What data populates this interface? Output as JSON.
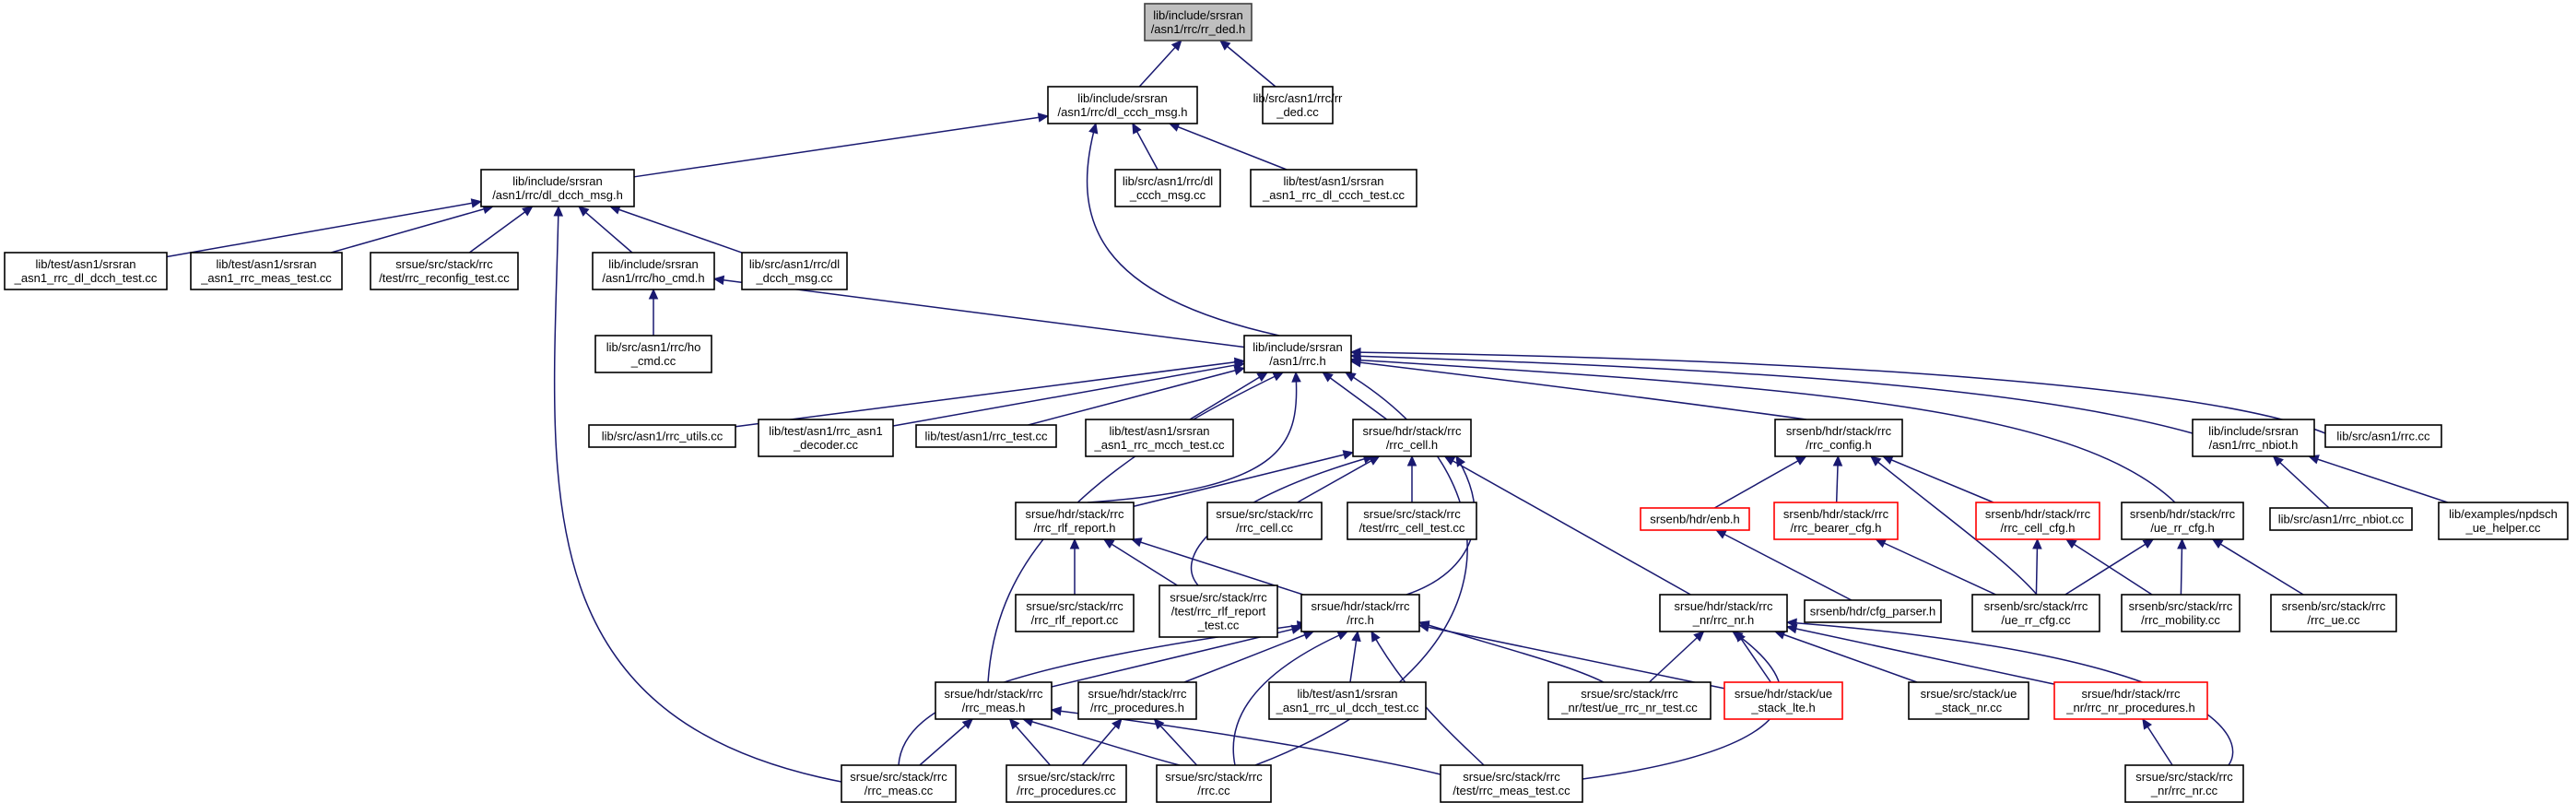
{
  "colors": {
    "edge": "#191970",
    "root_fill": "#bfbfbf",
    "node_border": "#000000",
    "incomplete_border": "#ff0000"
  },
  "nodes": [
    {
      "id": "rr_ded_h",
      "lines": [
        "lib/include/srsran",
        "/asn1/rrc/rr_ded.h"
      ],
      "style": "root"
    },
    {
      "id": "dl_ccch_h",
      "lines": [
        "lib/include/srsran",
        "/asn1/rrc/dl_ccch_msg.h"
      ]
    },
    {
      "id": "rr_ded_cc",
      "lines": [
        "lib/src/asn1/rrc/rr",
        "_ded.cc"
      ]
    },
    {
      "id": "dl_dcch_h",
      "lines": [
        "lib/include/srsran",
        "/asn1/rrc/dl_dcch_msg.h"
      ]
    },
    {
      "id": "dl_ccch_cc",
      "lines": [
        "lib/src/asn1/rrc/dl",
        "_ccch_msg.cc"
      ]
    },
    {
      "id": "rrc_dl_ccch_test",
      "lines": [
        "lib/test/asn1/srsran",
        "_asn1_rrc_dl_ccch_test.cc"
      ]
    },
    {
      "id": "rrc_dl_dcch_test",
      "lines": [
        "lib/test/asn1/srsran",
        "_asn1_rrc_dl_dcch_test.cc"
      ]
    },
    {
      "id": "rrc_meas_test_asn1",
      "lines": [
        "lib/test/asn1/srsran",
        "_asn1_rrc_meas_test.cc"
      ]
    },
    {
      "id": "rrc_reconfig_test",
      "lines": [
        "srsue/src/stack/rrc",
        "/test/rrc_reconfig_test.cc"
      ]
    },
    {
      "id": "ho_cmd_h",
      "lines": [
        "lib/include/srsran",
        "/asn1/rrc/ho_cmd.h"
      ]
    },
    {
      "id": "dl_dcch_cc",
      "lines": [
        "lib/src/asn1/rrc/dl",
        "_dcch_msg.cc"
      ]
    },
    {
      "id": "ho_cmd_cc",
      "lines": [
        "lib/src/asn1/rrc/ho",
        "_cmd.cc"
      ]
    },
    {
      "id": "asn1_rrc_h",
      "lines": [
        "lib/include/srsran",
        "/asn1/rrc.h"
      ]
    },
    {
      "id": "rrc_utils_cc",
      "lines": [
        "lib/src/asn1/rrc_utils.cc"
      ]
    },
    {
      "id": "rrc_asn1_decoder",
      "lines": [
        "lib/test/asn1/rrc_asn1",
        "_decoder.cc"
      ]
    },
    {
      "id": "rrc_test_cc",
      "lines": [
        "lib/test/asn1/rrc_test.cc"
      ]
    },
    {
      "id": "rrc_mcch_test",
      "lines": [
        "lib/test/asn1/srsran",
        "_asn1_rrc_mcch_test.cc"
      ]
    },
    {
      "id": "rrc_cell_h",
      "lines": [
        "srsue/hdr/stack/rrc",
        "/rrc_cell.h"
      ]
    },
    {
      "id": "rrc_config_h",
      "lines": [
        "srsenb/hdr/stack/rrc",
        "/rrc_config.h"
      ]
    },
    {
      "id": "rrc_nbiot_h",
      "lines": [
        "lib/include/srsran",
        "/asn1/rrc_nbiot.h"
      ]
    },
    {
      "id": "rrc_cc_lib",
      "lines": [
        "lib/src/asn1/rrc.cc"
      ]
    },
    {
      "id": "rrc_rlf_report_h",
      "lines": [
        "srsue/hdr/stack/rrc",
        "/rrc_rlf_report.h"
      ]
    },
    {
      "id": "rrc_cell_cc",
      "lines": [
        "srsue/src/stack/rrc",
        "/rrc_cell.cc"
      ]
    },
    {
      "id": "rrc_cell_test",
      "lines": [
        "srsue/src/stack/rrc",
        "/test/rrc_cell_test.cc"
      ]
    },
    {
      "id": "enb_h",
      "lines": [
        "srsenb/hdr/enb.h"
      ],
      "style": "red"
    },
    {
      "id": "rrc_bearer_cfg",
      "lines": [
        "srsenb/hdr/stack/rrc",
        "/rrc_bearer_cfg.h"
      ],
      "style": "red"
    },
    {
      "id": "rrc_cell_cfg",
      "lines": [
        "srsenb/hdr/stack/rrc",
        "/rrc_cell_cfg.h"
      ],
      "style": "red"
    },
    {
      "id": "ue_rr_cfg_h",
      "lines": [
        "srsenb/hdr/stack/rrc",
        "/ue_rr_cfg.h"
      ]
    },
    {
      "id": "rrc_nbiot_cc",
      "lines": [
        "lib/src/asn1/rrc_nbiot.cc"
      ]
    },
    {
      "id": "npdsch_helper",
      "lines": [
        "lib/examples/npdsch",
        "_ue_helper.cc"
      ]
    },
    {
      "id": "rrc_rlf_report_cc",
      "lines": [
        "srsue/src/stack/rrc",
        "/rrc_rlf_report.cc"
      ]
    },
    {
      "id": "rrc_rlf_report_test",
      "lines": [
        "srsue/src/stack/rrc",
        "/test/rrc_rlf_report",
        "_test.cc"
      ]
    },
    {
      "id": "rrc_h_ue",
      "lines": [
        "srsue/hdr/stack/rrc",
        "/rrc.h"
      ]
    },
    {
      "id": "rrc_nr_h",
      "lines": [
        "srsue/hdr/stack/rrc",
        "_nr/rrc_nr.h"
      ]
    },
    {
      "id": "cfg_parser",
      "lines": [
        "srsenb/hdr/cfg_parser.h"
      ]
    },
    {
      "id": "ue_rr_cfg_cc",
      "lines": [
        "srsenb/src/stack/rrc",
        "/ue_rr_cfg.cc"
      ]
    },
    {
      "id": "rrc_mobility_cc",
      "lines": [
        "srsenb/src/stack/rrc",
        "/rrc_mobility.cc"
      ]
    },
    {
      "id": "rrc_ue_cc",
      "lines": [
        "srsenb/src/stack/rrc",
        "/rrc_ue.cc"
      ]
    },
    {
      "id": "rrc_meas_h",
      "lines": [
        "srsue/hdr/stack/rrc",
        "/rrc_meas.h"
      ]
    },
    {
      "id": "rrc_procedures_h",
      "lines": [
        "srsue/hdr/stack/rrc",
        "/rrc_procedures.h"
      ]
    },
    {
      "id": "rrc_ul_dcch_test",
      "lines": [
        "lib/test/asn1/srsran",
        "_asn1_rrc_ul_dcch_test.cc"
      ]
    },
    {
      "id": "ue_rrc_nr_test",
      "lines": [
        "srsue/src/stack/rrc",
        "_nr/test/ue_rrc_nr_test.cc"
      ]
    },
    {
      "id": "ue_stack_lte",
      "lines": [
        "srsue/hdr/stack/ue",
        "_stack_lte.h"
      ],
      "style": "red"
    },
    {
      "id": "ue_stack_nr",
      "lines": [
        "srsue/src/stack/ue",
        "_stack_nr.cc"
      ]
    },
    {
      "id": "rrc_nr_procedures",
      "lines": [
        "srsue/hdr/stack/rrc",
        "_nr/rrc_nr_procedures.h"
      ],
      "style": "red"
    },
    {
      "id": "rrc_meas_cc",
      "lines": [
        "srsue/src/stack/rrc",
        "/rrc_meas.cc"
      ]
    },
    {
      "id": "rrc_procedures_cc",
      "lines": [
        "srsue/src/stack/rrc",
        "/rrc_procedures.cc"
      ]
    },
    {
      "id": "rrc_cc_ue",
      "lines": [
        "srsue/src/stack/rrc",
        "/rrc.cc"
      ]
    },
    {
      "id": "rrc_meas_test",
      "lines": [
        "srsue/src/stack/rrc",
        "/test/rrc_meas_test.cc"
      ]
    },
    {
      "id": "rrc_nr_cc",
      "lines": [
        "srsue/src/stack/rrc",
        "_nr/rrc_nr.cc"
      ]
    }
  ],
  "edges": [
    [
      "rr_ded_h",
      "dl_ccch_h"
    ],
    [
      "rr_ded_h",
      "rr_ded_cc"
    ],
    [
      "dl_ccch_h",
      "dl_dcch_h"
    ],
    [
      "dl_ccch_h",
      "dl_ccch_cc"
    ],
    [
      "dl_ccch_h",
      "rrc_dl_ccch_test"
    ],
    [
      "dl_ccch_h",
      "asn1_rrc_h"
    ],
    [
      "dl_dcch_h",
      "rrc_dl_dcch_test"
    ],
    [
      "dl_dcch_h",
      "rrc_meas_test_asn1"
    ],
    [
      "dl_dcch_h",
      "rrc_reconfig_test"
    ],
    [
      "dl_dcch_h",
      "ho_cmd_h"
    ],
    [
      "dl_dcch_h",
      "dl_dcch_cc"
    ],
    [
      "dl_dcch_h",
      "rrc_meas_cc"
    ],
    [
      "ho_cmd_h",
      "ho_cmd_cc"
    ],
    [
      "ho_cmd_h",
      "asn1_rrc_h"
    ],
    [
      "asn1_rrc_h",
      "rrc_utils_cc"
    ],
    [
      "asn1_rrc_h",
      "rrc_asn1_decoder"
    ],
    [
      "asn1_rrc_h",
      "rrc_test_cc"
    ],
    [
      "asn1_rrc_h",
      "rrc_mcch_test"
    ],
    [
      "asn1_rrc_h",
      "rrc_cell_h"
    ],
    [
      "asn1_rrc_h",
      "rrc_config_h"
    ],
    [
      "asn1_rrc_h",
      "rrc_nbiot_h"
    ],
    [
      "asn1_rrc_h",
      "rrc_cc_lib"
    ],
    [
      "asn1_rrc_h",
      "ue_rr_cfg_h"
    ],
    [
      "asn1_rrc_h",
      "rrc_rlf_report_h"
    ],
    [
      "asn1_rrc_h",
      "rrc_meas_h"
    ],
    [
      "asn1_rrc_h",
      "rrc_cc_ue"
    ],
    [
      "rrc_cell_h",
      "rrc_rlf_report_h"
    ],
    [
      "rrc_cell_h",
      "rrc_cell_cc"
    ],
    [
      "rrc_cell_h",
      "rrc_cell_test"
    ],
    [
      "rrc_cell_h",
      "rrc_rlf_report_test"
    ],
    [
      "rrc_cell_h",
      "rrc_h_ue"
    ],
    [
      "rrc_cell_h",
      "rrc_nr_h"
    ],
    [
      "rrc_config_h",
      "enb_h"
    ],
    [
      "rrc_config_h",
      "rrc_bearer_cfg"
    ],
    [
      "rrc_config_h",
      "rrc_cell_cfg"
    ],
    [
      "rrc_config_h",
      "ue_rr_cfg_cc"
    ],
    [
      "rrc_nbiot_h",
      "rrc_nbiot_cc"
    ],
    [
      "rrc_nbiot_h",
      "npdsch_helper"
    ],
    [
      "rrc_rlf_report_h",
      "rrc_rlf_report_cc"
    ],
    [
      "rrc_rlf_report_h",
      "rrc_rlf_report_test"
    ],
    [
      "rrc_rlf_report_h",
      "rrc_h_ue"
    ],
    [
      "enb_h",
      "cfg_parser"
    ],
    [
      "rrc_bearer_cfg",
      "ue_rr_cfg_cc"
    ],
    [
      "rrc_cell_cfg",
      "ue_rr_cfg_cc"
    ],
    [
      "rrc_cell_cfg",
      "rrc_mobility_cc"
    ],
    [
      "ue_rr_cfg_h",
      "ue_rr_cfg_cc"
    ],
    [
      "ue_rr_cfg_h",
      "rrc_mobility_cc"
    ],
    [
      "ue_rr_cfg_h",
      "rrc_ue_cc"
    ],
    [
      "rrc_h_ue",
      "rrc_meas_h"
    ],
    [
      "rrc_h_ue",
      "rrc_procedures_h"
    ],
    [
      "rrc_h_ue",
      "rrc_ul_dcch_test"
    ],
    [
      "rrc_h_ue",
      "ue_rrc_nr_test"
    ],
    [
      "rrc_h_ue",
      "ue_stack_lte"
    ],
    [
      "rrc_h_ue",
      "rrc_meas_cc"
    ],
    [
      "rrc_h_ue",
      "rrc_cc_ue"
    ],
    [
      "rrc_h_ue",
      "rrc_meas_test"
    ],
    [
      "rrc_nr_h",
      "ue_rrc_nr_test"
    ],
    [
      "rrc_nr_h",
      "ue_stack_lte"
    ],
    [
      "rrc_nr_h",
      "ue_stack_nr"
    ],
    [
      "rrc_nr_h",
      "rrc_nr_procedures"
    ],
    [
      "rrc_nr_h",
      "rrc_nr_cc"
    ],
    [
      "rrc_nr_h",
      "rrc_meas_test"
    ],
    [
      "rrc_meas_h",
      "rrc_meas_cc"
    ],
    [
      "rrc_meas_h",
      "rrc_procedures_cc"
    ],
    [
      "rrc_meas_h",
      "rrc_cc_ue"
    ],
    [
      "rrc_meas_h",
      "rrc_meas_test"
    ],
    [
      "rrc_procedures_h",
      "rrc_procedures_cc"
    ],
    [
      "rrc_procedures_h",
      "rrc_cc_ue"
    ],
    [
      "rrc_nr_procedures",
      "rrc_nr_cc"
    ]
  ]
}
